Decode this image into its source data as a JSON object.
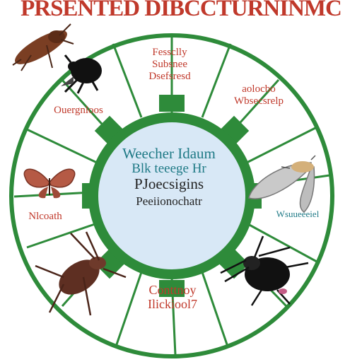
{
  "title": "PRSENTED DIBCCTURNINMC",
  "colors": {
    "title": "#c0392b",
    "ring": "#2e8b3a",
    "gear": "#2e8b3a",
    "hub_fill": "#d8e8f6",
    "segment_text_red": "#c0392b",
    "segment_text_dark": "#3a2e2a",
    "hub_text_teal": "#1f7a86",
    "hub_text_dark": "#222222"
  },
  "hub": {
    "lines": [
      "Weecher Idaum",
      "Blk teeege Hr",
      "PJoecsigins",
      "Peeiionochatr"
    ]
  },
  "segments": [
    {
      "name": "top",
      "lines": [
        "Fessclly",
        "Subsnee",
        "Dsefsresd"
      ],
      "color": "red",
      "icon": ""
    },
    {
      "name": "upper-right",
      "lines": [
        "aolocbo",
        "Wbsecsrelp"
      ],
      "color": "red",
      "icon": ""
    },
    {
      "name": "right",
      "lines": [
        "Wsuueeeiel"
      ],
      "color": "teal",
      "icon": "moth-icon"
    },
    {
      "name": "lower-right",
      "lines": [],
      "color": "dark",
      "icon": "beetle-icon"
    },
    {
      "name": "bottom",
      "lines": [
        "Conttnoy",
        "Ilickiool7"
      ],
      "color": "red",
      "icon": ""
    },
    {
      "name": "lower-left",
      "lines": [],
      "color": "dark",
      "icon": "cricket-icon"
    },
    {
      "name": "left",
      "lines": [
        "Nlcoath"
      ],
      "color": "red",
      "icon": "butterfly-icon"
    },
    {
      "name": "upper-left",
      "lines": [
        "Ouergnloos"
      ],
      "color": "red",
      "icon": "ant-icon"
    }
  ],
  "icons": [
    "cockroach-icon",
    "ant-icon",
    "butterfly-icon",
    "moth-icon",
    "beetle-icon",
    "cricket-icon"
  ]
}
